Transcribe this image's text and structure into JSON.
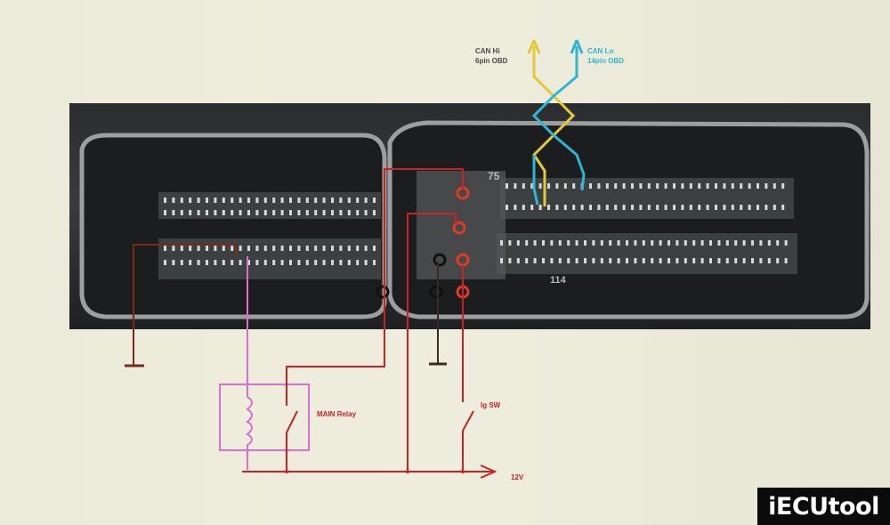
{
  "labels": {
    "can_hi_line1": "CAN Hi",
    "can_hi_line2": "6pin OBD",
    "can_lo_line1": "CAN Lo",
    "can_lo_line2": "14pin OBD",
    "main_relay": "MAIN Relay",
    "ig_sw": "Ig SW",
    "supply": "12V",
    "connector_mark_left": "75",
    "connector_mark_right": "114"
  },
  "logo": {
    "text": "iECUtool"
  },
  "colors": {
    "can_hi": "#e3c83a",
    "can_lo": "#2fb6d4",
    "power": "#cc2222",
    "ground": "#7a2a1a",
    "relay_coil": "#d96fd0",
    "ecu_body": "#2b2c2d",
    "logo_bg": "#0b0b0b"
  }
}
